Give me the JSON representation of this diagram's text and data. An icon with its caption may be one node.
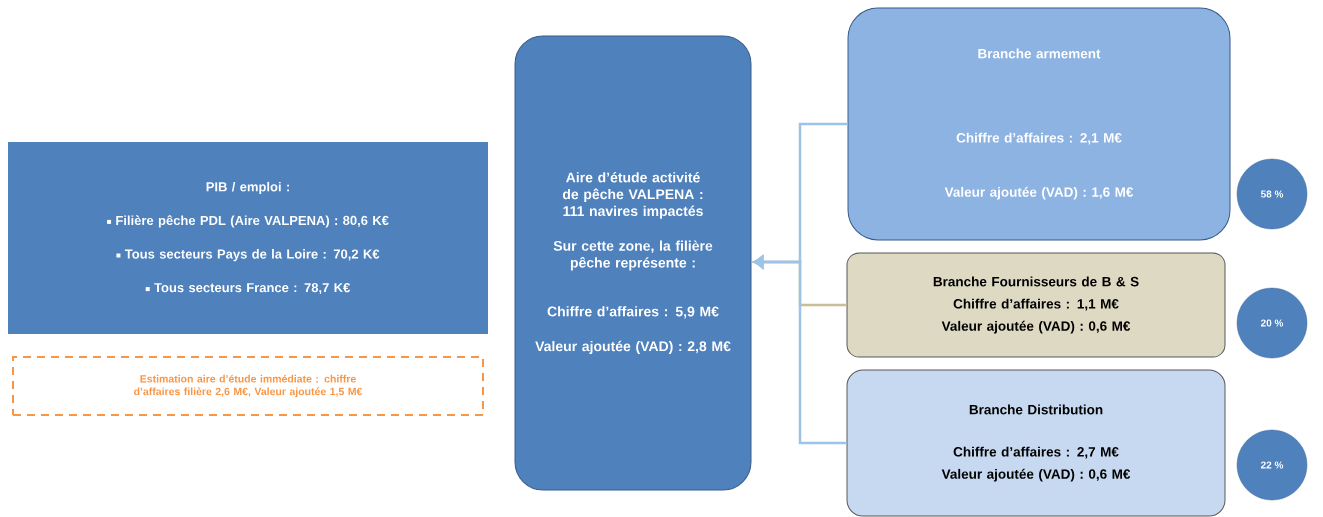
{
  "diagram": {
    "nodes": [
      {
        "text": [
          "PIB / emploi :",
          "Filière pêche PDL (Aire VALPENA) : 80,6 K€",
          "Tous secteurs Pays de la Loire : 70,2 K€",
          "Tous secteurs France : 78,7 K€"
        ]
      },
      {
        "text": [
          "Estimation aire d’étude immédiate : chiffre d’affaires filière 2,6 M€, Valeur ajoutée 1,5 M€"
        ]
      },
      {
        "text": [
          "Aire d’étude activité de pêche VALPENA : 111 navires impactés",
          "Sur cette zone, la filière pêche représente :",
          "Chiffre d’affaires : 5,9 M€",
          "Valeur ajoutée (VAD) : 2,8 M€"
        ]
      },
      {
        "text": [
          "Branche armement",
          "Chiffre d’affaires : 2,1 M€",
          "Valeur ajoutée (VAD) : 1,6 M€"
        ]
      },
      {
        "text": [
          "58 %"
        ]
      },
      {
        "text": [
          "Branche Fournisseurs de B & S",
          "Chiffre d’affaires : 1,1 M€",
          "Valeur ajoutée (VAD) : 0,6 M€"
        ]
      },
      {
        "text": [
          "20 %"
        ]
      },
      {
        "text": [
          "Branche Distribution",
          "Chiffre d’affaires : 2,7 M€",
          "Valeur ajoutée (VAD) : 0,6 M€"
        ]
      },
      {
        "text": [
          "22 %"
        ]
      }
    ],
    "edges": [
      {
        "from": 5,
        "to": 2,
        "arrow": "to",
        "color": "#c9bd9a"
      },
      {
        "from": 3,
        "to": 2,
        "arrow": "to"
      },
      {
        "from": 7,
        "to": 2,
        "arrow": "to"
      }
    ]
  }
}
